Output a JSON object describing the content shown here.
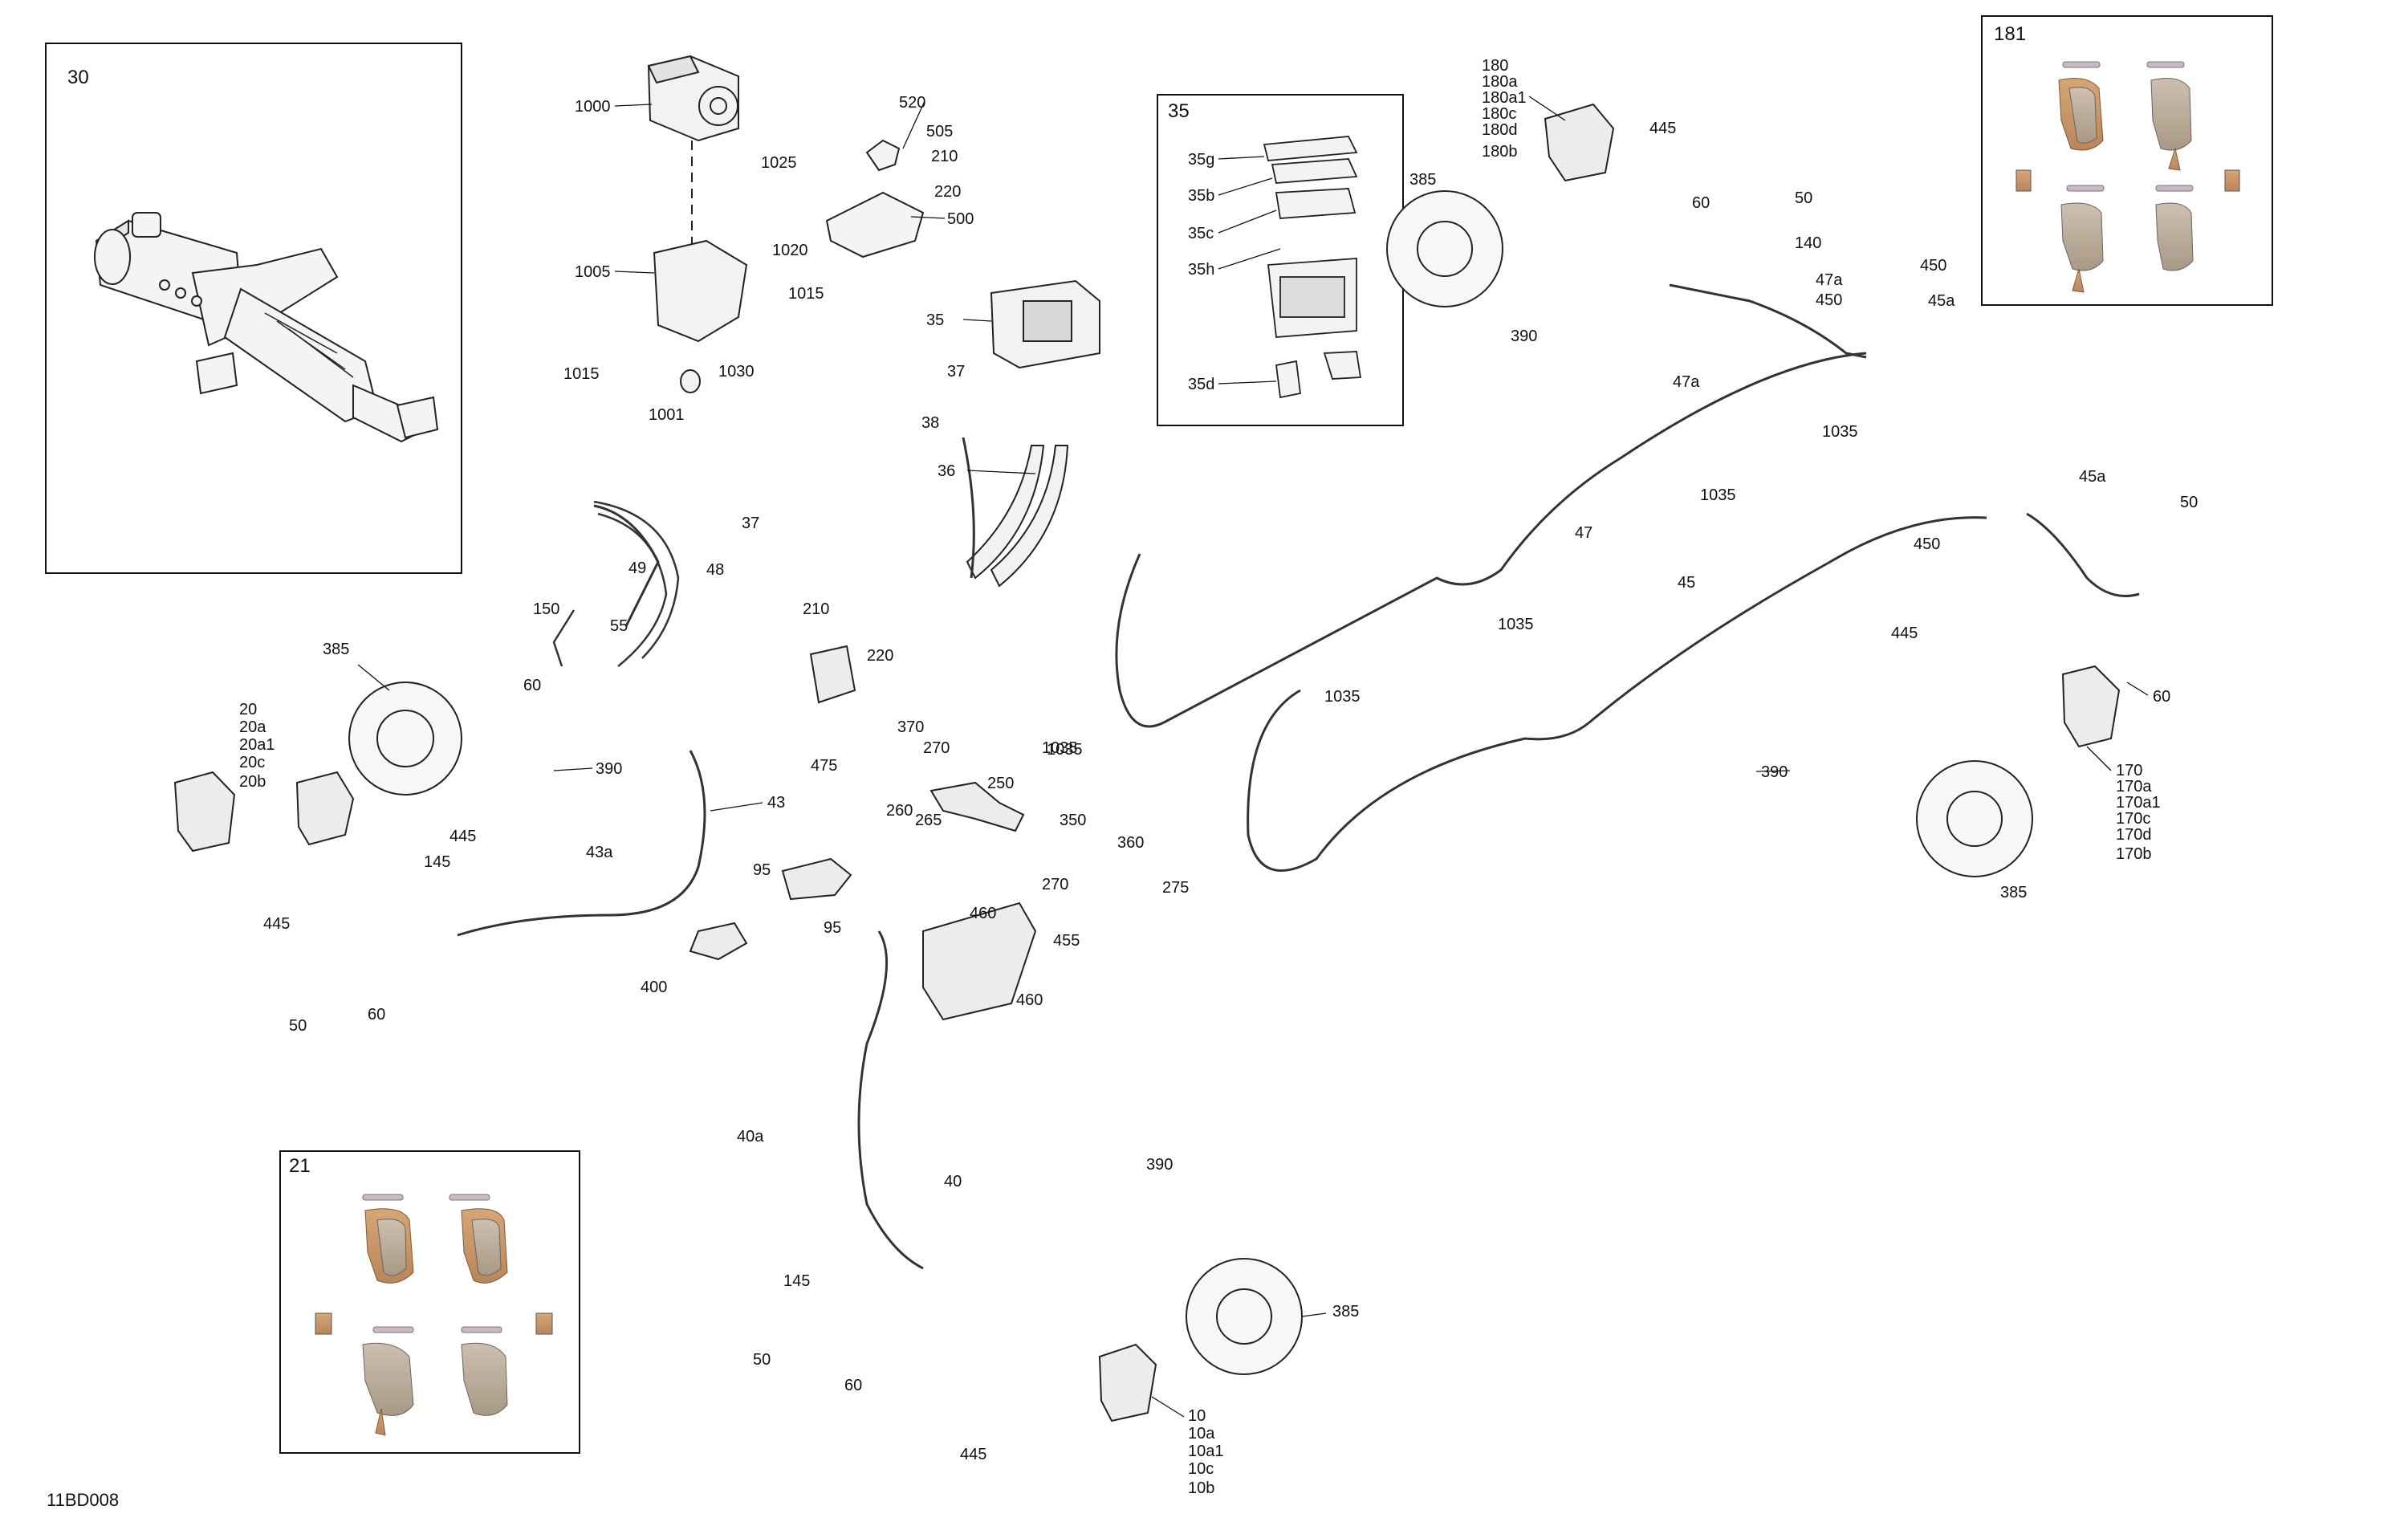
{
  "reference_code": "11BD008",
  "insets": {
    "master_cylinder": "30",
    "abs_module": "35",
    "front_pads": "21",
    "rear_pads": "181"
  },
  "inset_35_parts": [
    "35g",
    "35b",
    "35c",
    "35h",
    "35d"
  ],
  "callouts": {
    "abs_unit": {
      "c1000": "1000",
      "c1025": "1025",
      "c1020": "1020",
      "c1005": "1005",
      "c1015a": "1015",
      "c1015b": "1015",
      "c1030": "1030",
      "c1001": "1001"
    },
    "bracket": {
      "c520": "520",
      "c505": "505",
      "c210": "210",
      "c220": "220",
      "c500": "500"
    },
    "module": {
      "c35": "35",
      "c37": "37",
      "c38": "38",
      "c36": "36"
    },
    "rear_right_caliper": [
      "180",
      "180a",
      "180a1",
      "180c",
      "180d",
      "180b"
    ],
    "rear_right": {
      "c445": "445",
      "c385": "385",
      "c390": "390"
    },
    "rear_lines": {
      "c60": "60",
      "c50": "50",
      "c140": "140",
      "c47a_1": "47a",
      "c450_1": "450",
      "c450_2": "450",
      "c45a_1": "45a",
      "c47a_2": "47a",
      "c1035_1": "1035",
      "c1035_2": "1035",
      "c47": "47",
      "c1035_3": "1035",
      "c45": "45",
      "c1035_4": "1035",
      "c1035_5": "1035",
      "c450_3": "450",
      "c45a_2": "45a",
      "c50b": "50"
    },
    "rear_left": {
      "c445": "445",
      "c60": "60",
      "c390": "390",
      "c385": "385"
    },
    "rear_left_caliper": [
      "170",
      "170a",
      "170a1",
      "170c",
      "170d",
      "170b"
    ],
    "front_left_caliper": [
      "20",
      "20a",
      "20a1",
      "20c",
      "20b"
    ],
    "front_left": {
      "c385": "385",
      "c390": "390",
      "c445a": "445",
      "c145": "145",
      "c43a": "43a",
      "c43": "43",
      "c445b": "445",
      "c50": "50",
      "c60": "60"
    },
    "sensor": {
      "c49": "49",
      "c48": "48",
      "c150": "150",
      "c55": "55",
      "c60": "60",
      "c37": "37"
    },
    "master": {
      "c210": "210",
      "c220": "220",
      "c475": "475",
      "c370": "370",
      "c270a": "270",
      "c260": "260",
      "c265": "265",
      "c250": "250",
      "c350": "350",
      "c360": "360",
      "c270b": "270",
      "c275": "275",
      "c95a": "95",
      "c95b": "95",
      "c400": "400",
      "c1035": "1035"
    },
    "reservoir": {
      "c460a": "460",
      "c455": "455",
      "c460b": "460"
    },
    "front_right": {
      "c40a": "40a",
      "c40": "40",
      "c145": "145",
      "c50": "50",
      "c60": "60",
      "c445": "445",
      "c390": "390",
      "c385": "385"
    },
    "front_right_caliper": [
      "10",
      "10a",
      "10a1",
      "10c",
      "10b"
    ]
  }
}
